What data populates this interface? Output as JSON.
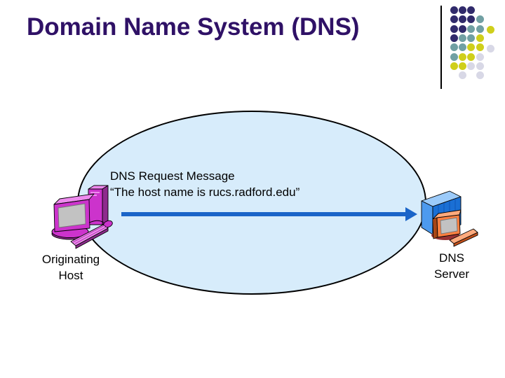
{
  "title": "Domain Name System (DNS)",
  "colors": {
    "title_text": "#2F1166",
    "body_text": "#000000",
    "arrow": "#1A64C8",
    "ellipse_fill": "#D7ECFB",
    "ellipse_stroke": "#000000",
    "line_black": "#000000",
    "magenta": "#CC33CC",
    "magenta_dark": "#8E2B8E",
    "magenta_light": "#EE8AEE",
    "screen_gray": "#C2C2C2",
    "blue": "#4D9AEE",
    "blue_dark": "#1A6FD4",
    "blue_light": "#9CCBFA",
    "orange": "#FF8040",
    "orange_dark": "#C2501A",
    "orange_light": "#FFAA7D",
    "dot_purple": "#302A6B",
    "dot_teal": "#71A0A3",
    "dot_yellow": "#CFCF1B",
    "dot_gray": "#D8D8E6"
  },
  "diagram": {
    "message_line1": "DNS Request Message",
    "message_line2": "“The host name is rucs.radford.edu”",
    "left_label": "Originating\nHost",
    "right_label": "DNS\nServer",
    "left_icon": "workstation-computer-icon",
    "right_icon": "server-computer-icon"
  },
  "decoration": {
    "pattern": [
      [
        "purple",
        "purple",
        "purple"
      ],
      [
        "purple",
        "purple",
        "purple",
        "teal"
      ],
      [
        "purple",
        "purple",
        "teal",
        "teal",
        "yellow"
      ],
      [
        "purple",
        "teal",
        "teal",
        "yellow"
      ],
      [
        "teal",
        "teal",
        "yellow",
        "yellow",
        "gray"
      ],
      [
        "teal",
        "yellow",
        "yellow",
        "gray"
      ],
      [
        "yellow",
        "yellow",
        "gray",
        "gray"
      ],
      [
        null,
        "gray",
        null,
        "gray"
      ]
    ]
  }
}
